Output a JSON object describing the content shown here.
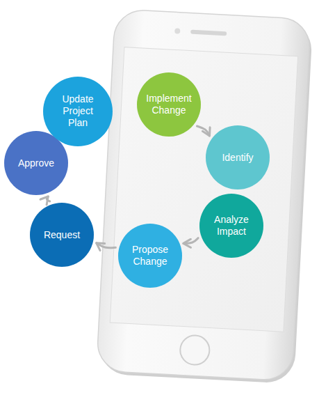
{
  "diagram": {
    "nodes": [
      {
        "text": [
          "Implement Change"
        ]
      },
      {
        "text": [
          "Identify"
        ]
      },
      {
        "text": [
          "Analyze Impact"
        ]
      },
      {
        "text": [
          "Propose Change"
        ]
      },
      {
        "text": [
          "Request"
        ]
      },
      {
        "text": [
          "Approve"
        ]
      },
      {
        "text": [
          "Update Project Plan"
        ]
      }
    ],
    "edges": [
      {
        "from": 0,
        "to": 1,
        "arrow": "to"
      },
      {
        "from": 2,
        "to": 3,
        "arrow": "to"
      },
      {
        "from": 3,
        "to": 4,
        "arrow": "to"
      },
      {
        "from": 4,
        "to": 5,
        "arrow": "to"
      }
    ]
  }
}
